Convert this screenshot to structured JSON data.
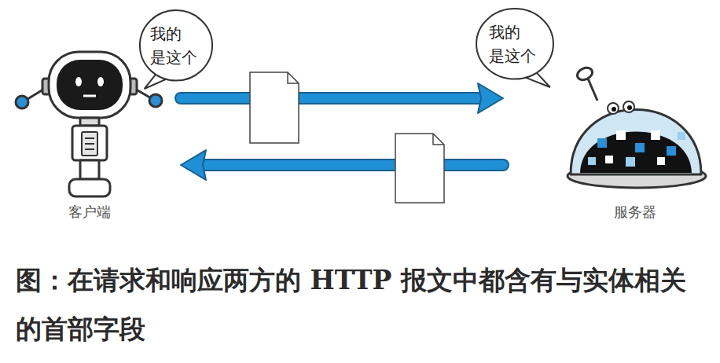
{
  "diagram": {
    "caption": "图：在请求和响应两方的 HTTP 报文中都含有与实体相关的首部字段",
    "nodes": [
      {
        "text": [
          "我的 是这个"
        ]
      },
      {
        "text": [
          "我的 是这个"
        ]
      },
      {
        "text": [
          "客户端"
        ]
      },
      {
        "text": [
          "服务器"
        ]
      }
    ],
    "edges": [
      {
        "from": 2,
        "to": 3,
        "arrow": "to"
      },
      {
        "from": 3,
        "to": 2,
        "arrow": "to"
      }
    ]
  }
}
